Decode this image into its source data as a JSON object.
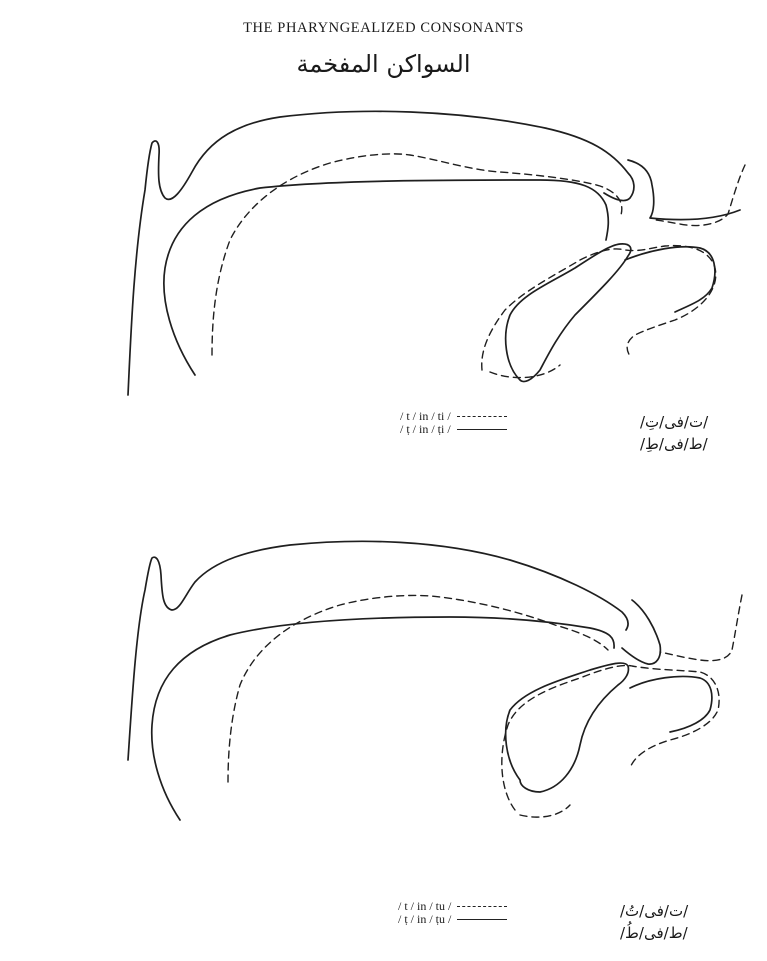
{
  "header": {
    "title": "THE PHARYNGEALIZED CONSONANTS",
    "arabic_title": "السواكن المفخمة"
  },
  "figures": [
    {
      "legend": [
        {
          "text": "/ t / in / ti /",
          "style": "dashed"
        },
        {
          "text": "/ ṭ / in / ṭi /",
          "style": "solid"
        }
      ],
      "arabic_legend": [
        "/ت/فى/تِ/",
        "/ط/فى/طِ/"
      ]
    },
    {
      "legend": [
        {
          "text": "/ t / in / tu /",
          "style": "dashed"
        },
        {
          "text": "/ ṭ / in / ṭu /",
          "style": "solid"
        }
      ],
      "arabic_legend": [
        "/ت/فى/تُ/",
        "/ط/فى/طُ/"
      ]
    }
  ]
}
